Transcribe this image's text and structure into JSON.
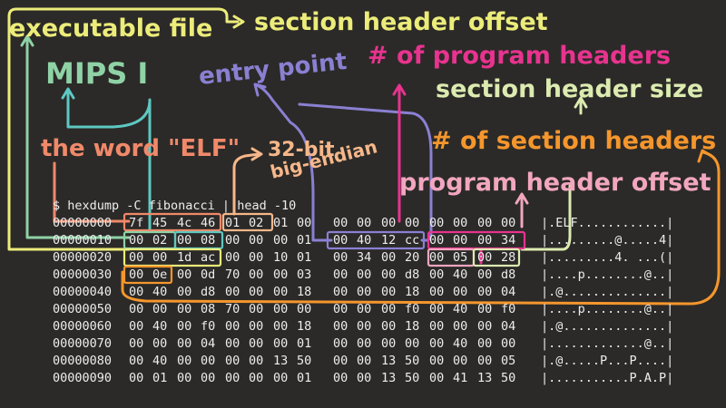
{
  "terminal": {
    "command": "$ hexdump -C fibonacci | head -10",
    "rows": [
      {
        "offset": "00000000",
        "hex": [
          "7f",
          "45",
          "4c",
          "46",
          "01",
          "02",
          "01",
          "00",
          "00",
          "00",
          "00",
          "00",
          "00",
          "00",
          "00",
          "00"
        ],
        "ascii": "|.ELF............|"
      },
      {
        "offset": "00000010",
        "hex": [
          "00",
          "02",
          "00",
          "08",
          "00",
          "00",
          "00",
          "01",
          "00",
          "40",
          "12",
          "cc",
          "00",
          "00",
          "00",
          "34"
        ],
        "ascii": "|.........@.....4|"
      },
      {
        "offset": "00000020",
        "hex": [
          "00",
          "00",
          "1d",
          "ac",
          "00",
          "00",
          "10",
          "01",
          "00",
          "34",
          "00",
          "20",
          "00",
          "05",
          "00",
          "28"
        ],
        "ascii": "|.........4. ...(|"
      },
      {
        "offset": "00000030",
        "hex": [
          "00",
          "0e",
          "00",
          "0d",
          "70",
          "00",
          "00",
          "03",
          "00",
          "00",
          "00",
          "d8",
          "00",
          "40",
          "00",
          "d8"
        ],
        "ascii": "|....p........@..|"
      },
      {
        "offset": "00000040",
        "hex": [
          "00",
          "40",
          "00",
          "d8",
          "00",
          "00",
          "00",
          "18",
          "00",
          "00",
          "00",
          "18",
          "00",
          "00",
          "00",
          "04"
        ],
        "ascii": "|.@..............|"
      },
      {
        "offset": "00000050",
        "hex": [
          "00",
          "00",
          "00",
          "08",
          "70",
          "00",
          "00",
          "00",
          "00",
          "00",
          "00",
          "f0",
          "00",
          "40",
          "00",
          "f0"
        ],
        "ascii": "|....p........@..|"
      },
      {
        "offset": "00000060",
        "hex": [
          "00",
          "40",
          "00",
          "f0",
          "00",
          "00",
          "00",
          "18",
          "00",
          "00",
          "00",
          "18",
          "00",
          "00",
          "00",
          "04"
        ],
        "ascii": "|.@..............|"
      },
      {
        "offset": "00000070",
        "hex": [
          "00",
          "00",
          "00",
          "04",
          "00",
          "00",
          "00",
          "01",
          "00",
          "00",
          "00",
          "00",
          "00",
          "40",
          "00",
          "00"
        ],
        "ascii": "|.............@..|"
      },
      {
        "offset": "00000080",
        "hex": [
          "00",
          "40",
          "00",
          "00",
          "00",
          "00",
          "13",
          "50",
          "00",
          "00",
          "13",
          "50",
          "00",
          "00",
          "00",
          "05"
        ],
        "ascii": "|.@.....P...P....|"
      },
      {
        "offset": "00000090",
        "hex": [
          "00",
          "01",
          "00",
          "00",
          "00",
          "00",
          "00",
          "01",
          "00",
          "00",
          "13",
          "50",
          "00",
          "41",
          "13",
          "50"
        ],
        "ascii": "|...........P.A.P|"
      }
    ]
  },
  "annotations": [
    {
      "id": "executable-file",
      "text": "executable file",
      "color": "#ecec7a"
    },
    {
      "id": "section-header-offset",
      "text": "section header offset",
      "color": "#ecec7a"
    },
    {
      "id": "mips-i",
      "text": "MIPS I",
      "color": "#8fd2a6"
    },
    {
      "id": "entry-point",
      "text": "entry point",
      "color": "#8a80d2"
    },
    {
      "id": "num-program-headers",
      "text": "# of program headers",
      "color": "#e8338f"
    },
    {
      "id": "section-header-size",
      "text": "section header size",
      "color": "#dcebb0"
    },
    {
      "id": "the-word-elf",
      "text": "the word \"ELF\"",
      "color": "#f0896a"
    },
    {
      "id": "thirty-two-bit",
      "text": "32-bit",
      "color": "#f6b78a"
    },
    {
      "id": "big-endian",
      "text": "big-endian",
      "color": "#f6b78a"
    },
    {
      "id": "num-section-headers",
      "text": "# of section headers",
      "color": "#f5962d"
    },
    {
      "id": "program-header-offset",
      "text": "program header offset",
      "color": "#f2a6c0"
    }
  ],
  "colors": {
    "background": "#2b2a28",
    "terminal_text": "#ededed",
    "mips_box": "#5ec8c2",
    "elf_box": "#f0896a",
    "bitness_box": "#f6b78a",
    "entry_box": "#8a80d2",
    "num_program_headers_box": "#e8338f",
    "program_header_offset_box": "#f2a6c0",
    "section_header_size_box": "#dcebb0",
    "num_section_headers_box": "#f5962d",
    "section_header_offset_box": "#ecec7a",
    "executable_box": "#8fd2a6"
  }
}
